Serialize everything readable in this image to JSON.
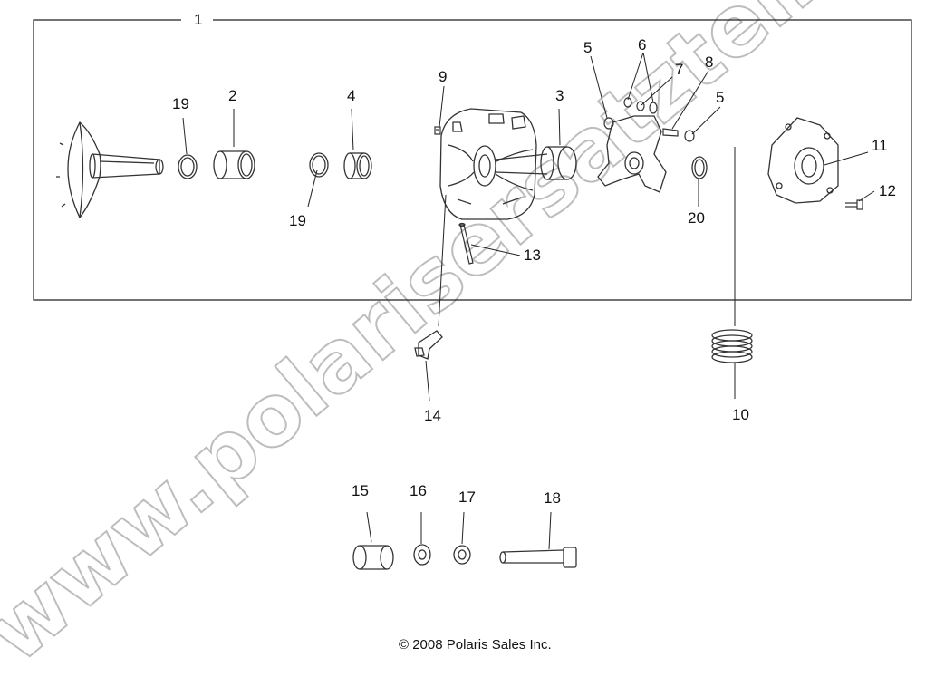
{
  "diagram": {
    "labels": {
      "l1": "1",
      "l2": "2",
      "l3": "3",
      "l4": "4",
      "l5a": "5",
      "l5b": "5",
      "l6": "6",
      "l7": "7",
      "l8": "8",
      "l9": "9",
      "l10": "10",
      "l11": "11",
      "l12": "12",
      "l13": "13",
      "l14": "14",
      "l15": "15",
      "l16": "16",
      "l17": "17",
      "l18": "18",
      "l19a": "19",
      "l19b": "19",
      "l20": "20"
    },
    "copyright": "© 2008 Polaris Sales Inc.",
    "watermark": "www.polarisersatzteile.de"
  }
}
